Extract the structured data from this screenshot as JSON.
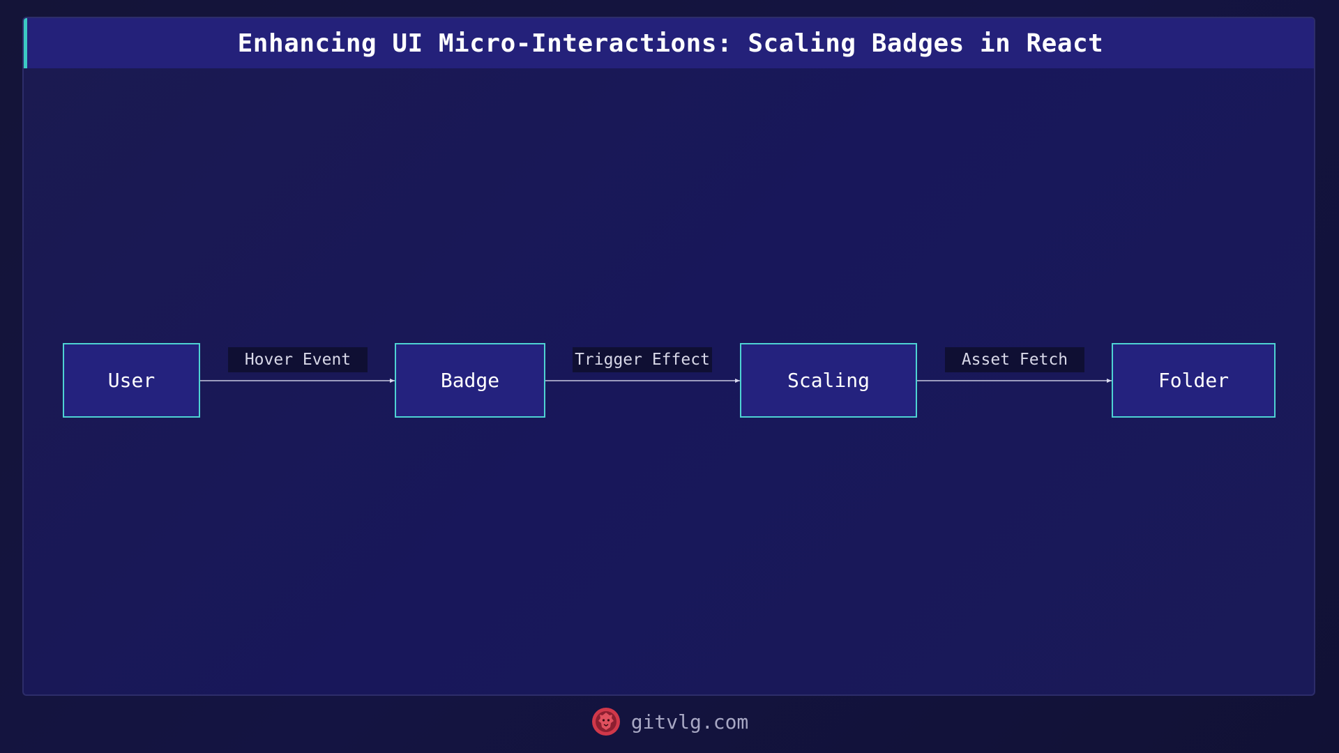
{
  "title": "Enhancing UI Micro-Interactions: Scaling Badges in React",
  "nodes": [
    {
      "label": "User"
    },
    {
      "label": "Badge"
    },
    {
      "label": "Scaling"
    },
    {
      "label": "Folder"
    }
  ],
  "edges": [
    {
      "from": "User",
      "to": "Badge",
      "label": "Hover Event"
    },
    {
      "from": "Badge",
      "to": "Scaling",
      "label": "Trigger Effect"
    },
    {
      "from": "Scaling",
      "to": "Folder",
      "label": "Asset Fetch"
    }
  ],
  "footer": {
    "site": "gitvlg.com",
    "logo_icon": "lion-logo-icon"
  },
  "colors": {
    "accent": "#3cc9c4",
    "node_fill": "#24227e",
    "node_border": "#4ed3d3",
    "logo": "#d0384a"
  }
}
